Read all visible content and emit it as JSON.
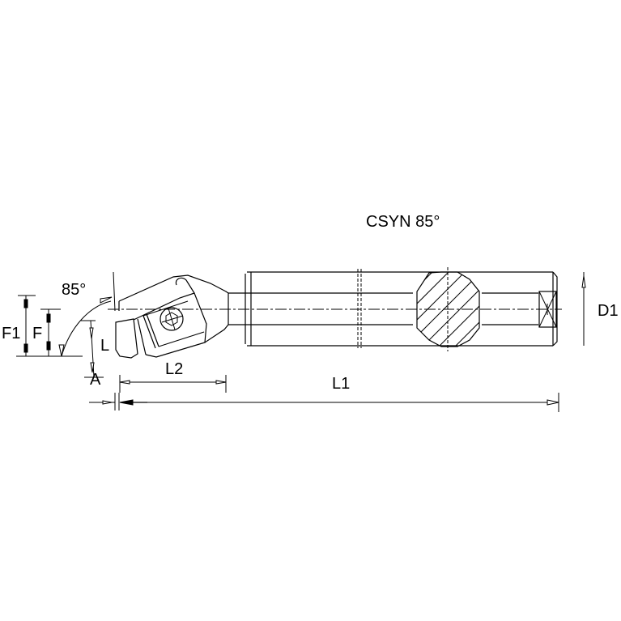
{
  "drawing": {
    "title": "CSYN 85°",
    "type": "boring bar technical drawing",
    "colors": {
      "line": "#000000",
      "background": "#ffffff"
    }
  },
  "dimensions": {
    "angle": "85°",
    "F1": "F1",
    "F": "F",
    "L": "L",
    "A": "A",
    "L2": "L2",
    "L1": "L1",
    "D1": "D1"
  }
}
